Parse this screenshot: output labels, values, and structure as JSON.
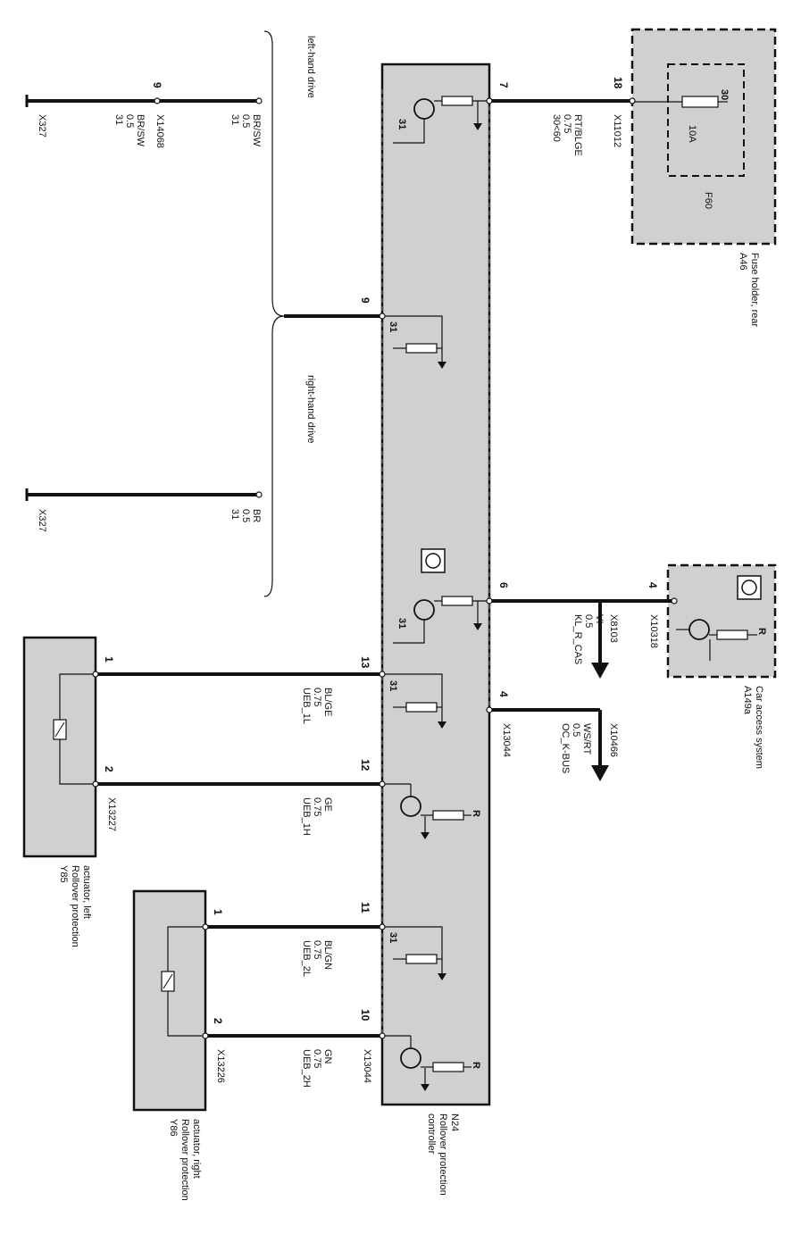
{
  "modules": {
    "n24": {
      "id": "N24",
      "name_l1": "Rollover protection",
      "name_l2": "controller"
    },
    "a46": {
      "id": "A46",
      "name": "Fuse holder, rear"
    },
    "f60": {
      "id": "F60",
      "terminal": "30",
      "rating": "10A"
    },
    "a149a": {
      "id": "A149a",
      "name": "Car access system"
    },
    "y85": {
      "id": "Y85",
      "name_l1": "Rollover protection",
      "name_l2": "actuator, left"
    },
    "y86": {
      "id": "Y86",
      "name_l1": "Rollover protection",
      "name_l2": "actuator, right"
    }
  },
  "drive_labels": {
    "left": "left-hand drive",
    "right": "right-hand drive"
  },
  "ground_symbol_text": "31",
  "resistor_ref_text": "R",
  "wires": [
    {
      "key": "w_fuse",
      "n24_pin": "7",
      "far_pin": "18",
      "far_connector": "X11012",
      "l1": "30<60",
      "l2": "0.75",
      "l3": "RT/BLGE"
    },
    {
      "key": "w_lhd",
      "n24_pin": "9",
      "far_pin": "9",
      "far_connector": "X14068",
      "l1": "31",
      "l2": "0.5",
      "l3": "BR/SW"
    },
    {
      "key": "w_lhd_gnd",
      "connector": "X327",
      "l1": "31",
      "l2": "0.5",
      "l3": "BR/SW"
    },
    {
      "key": "w_rhd_gnd",
      "connector": "X327",
      "l1": "31",
      "l2": "0.5",
      "l3": "BR"
    },
    {
      "key": "w_cas",
      "n24_pin": "6",
      "far_pin": "4",
      "far_connector": "X10318",
      "splice": "X8103",
      "l1": "KL_R_CAS",
      "l2": "0.5",
      "l3": "VI"
    },
    {
      "key": "w_kbus",
      "n24_pin": "4",
      "n24_connector": "X13044",
      "splice": "X10466",
      "l1": "OC_K-BUS",
      "l2": "0.5",
      "l3": "WS/RT"
    },
    {
      "key": "w_ueb1l",
      "n24_pin": "13",
      "far_pin": "1",
      "l1": "UEB_1L",
      "l2": "0.75",
      "l3": "BL/GE"
    },
    {
      "key": "w_ueb1h",
      "n24_pin": "12",
      "far_pin": "2",
      "far_connector": "X13227",
      "l1": "UEB_1H",
      "l2": "0.75",
      "l3": "GE"
    },
    {
      "key": "w_ueb2l",
      "n24_pin": "11",
      "far_pin": "1",
      "l1": "UEB_2L",
      "l2": "0.75",
      "l3": "BL/GN"
    },
    {
      "key": "w_ueb2h",
      "n24_pin": "10",
      "far_pin": "2",
      "far_connector": "X13226",
      "n24_connector": "X13044",
      "l1": "UEB_2H",
      "l2": "0.75",
      "l3": "GN"
    }
  ]
}
